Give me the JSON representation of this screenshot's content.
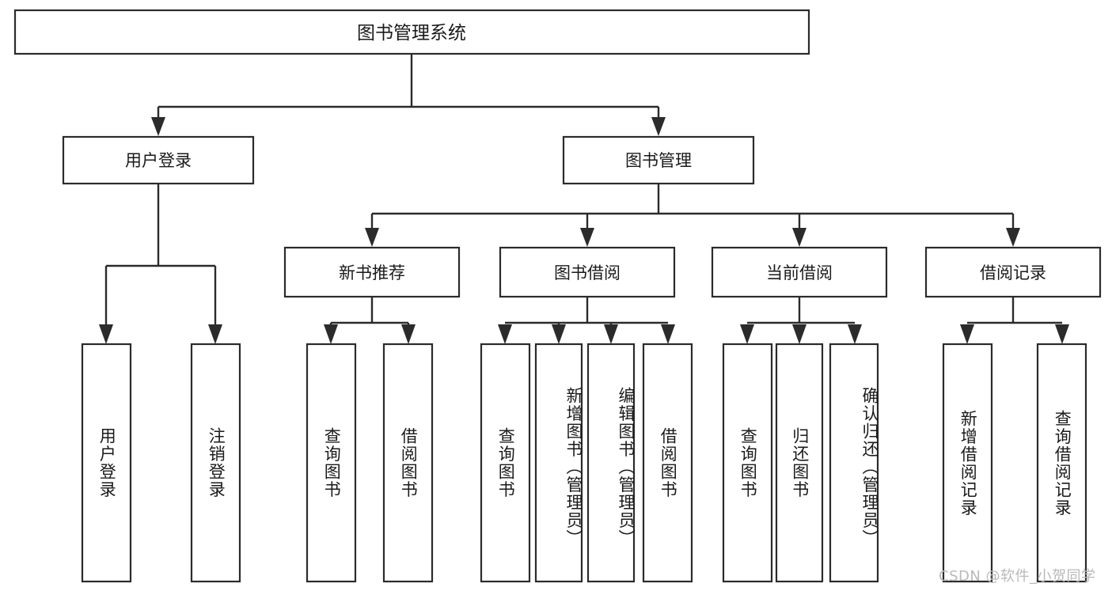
{
  "diagram": {
    "title": "图书管理系统",
    "type": "tree-hierarchy-diagram",
    "orientation": "top-down",
    "colors": {
      "background": "#ffffff",
      "box_border": "#2b2b2b",
      "box_fill": "#ffffff",
      "connector": "#2b2b2b",
      "text": "#1a1a1a",
      "watermark": "#b9b9b9"
    },
    "root": {
      "label": "图书管理系统"
    },
    "level2": [
      {
        "id": "user-login",
        "label": "用户登录"
      },
      {
        "id": "book-manage",
        "label": "图书管理"
      }
    ],
    "level3": [
      {
        "id": "new-book-recommend",
        "label": "新书推荐"
      },
      {
        "id": "book-borrow",
        "label": "图书借阅"
      },
      {
        "id": "current-borrow",
        "label": "当前借阅"
      },
      {
        "id": "borrow-record",
        "label": "借阅记录"
      }
    ],
    "leaves": {
      "user_login": [
        {
          "id": "user-login-leaf",
          "label": "用户登录"
        },
        {
          "id": "logout-leaf",
          "label": "注销登录"
        }
      ],
      "new_book_recommend": [
        {
          "id": "query-book-1",
          "label": "查询图书"
        },
        {
          "id": "borrow-book-1",
          "label": "借阅图书"
        }
      ],
      "book_borrow": [
        {
          "id": "query-book-2",
          "label": "查询图书"
        },
        {
          "id": "add-book-admin",
          "label": "新增图书（管理员）"
        },
        {
          "id": "edit-book-admin",
          "label": "编辑图书（管理员）"
        },
        {
          "id": "borrow-book-2",
          "label": "借阅图书"
        }
      ],
      "current_borrow": [
        {
          "id": "query-book-3",
          "label": "查询图书"
        },
        {
          "id": "return-book",
          "label": "归还图书"
        },
        {
          "id": "confirm-return-admin",
          "label": "确认归还（管理员）"
        }
      ],
      "borrow_record": [
        {
          "id": "add-borrow-record",
          "label": "新增借阅记录"
        },
        {
          "id": "query-borrow-record",
          "label": "查询借阅记录"
        }
      ]
    }
  },
  "watermark": {
    "text": "CSDN @软件_小贺同学"
  }
}
